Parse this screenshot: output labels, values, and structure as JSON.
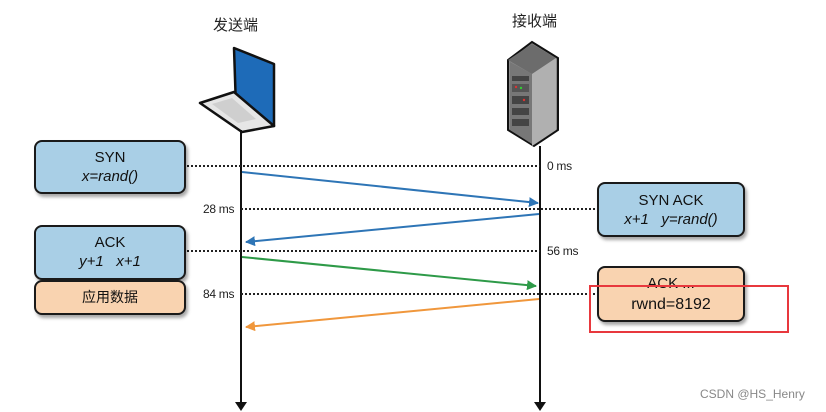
{
  "sender": {
    "label": "发送端",
    "icon": "laptop-icon"
  },
  "receiver": {
    "label": "接收端",
    "icon": "server-icon"
  },
  "timestamps": [
    "0 ms",
    "28 ms",
    "56 ms",
    "84 ms"
  ],
  "messages": {
    "syn": {
      "line1": "SYN",
      "line2": "x=rand()"
    },
    "syn_ack": {
      "line1": "SYN ACK",
      "line2": "x+1   y=rand()"
    },
    "ack": {
      "line1": "ACK",
      "line2": "y+1   x+1"
    },
    "app_data": {
      "line1": "应用数据"
    },
    "ack_rwnd": {
      "line1": "ACK ...",
      "line2": "rwnd=8192"
    }
  },
  "arrow_colors": {
    "syn": "#2e75b6",
    "syn_ack": "#2e75b6",
    "ack": "#2e9a48",
    "data": "#f0973c"
  },
  "highlight_color": "#e8383d",
  "watermark": "CSDN @HS_Henry"
}
